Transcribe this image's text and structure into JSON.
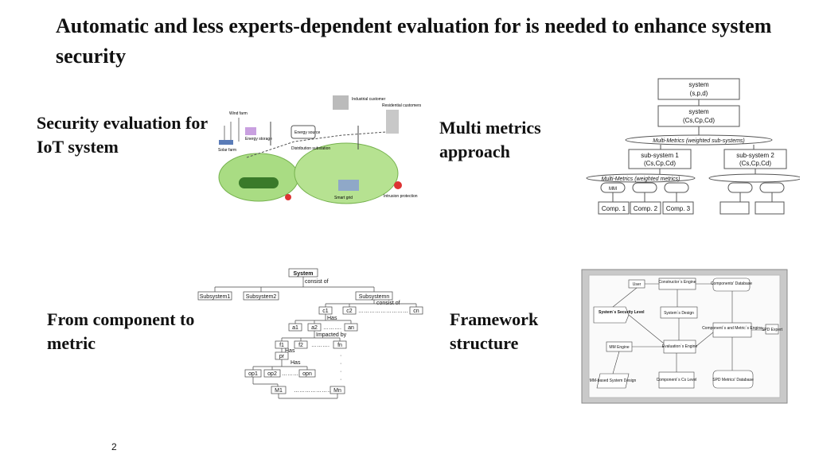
{
  "title": "Automatic and less experts-dependent evaluation for is needed to enhance system security",
  "captions": {
    "iot": "Security evaluation for IoT system",
    "metrics": "Multi metrics approach",
    "component": "From component to metric",
    "framework": "Framework structure"
  },
  "page_number": "2",
  "iot_figure": {
    "labels": [
      "Wind farm",
      "Energy storage",
      "Solar farm",
      "Industrial customer",
      "Residential customers",
      "Energy source",
      "Distribution substation",
      "Smart grid",
      "Intrusion protection"
    ]
  },
  "metrics_diagram": {
    "root": [
      "system",
      "(s,p,d)"
    ],
    "system": [
      "system",
      "(Cs,Cp,Cd)"
    ],
    "mm_sub": "Multi-Metrics (weighted sub-systems)",
    "sub1": [
      "sub-system 1",
      "(Cs,Cp,Cd)"
    ],
    "sub2": [
      "sub-system 2",
      "(Cs,Cp,Cd)"
    ],
    "mm_metric": "Multi-Metrics (weighted metrics)",
    "mm_small": "MM",
    "comps": [
      "Comp. 1",
      "Comp. 2",
      "Comp. 3"
    ]
  },
  "tree_diagram": {
    "system": "System",
    "consist_of": "consist of",
    "subsystems": [
      "Subsystem1",
      "Subsystem2",
      "Subsystemn"
    ],
    "components": [
      "c1",
      "c2",
      "cn"
    ],
    "has": "Has",
    "attributes": [
      "a1",
      "a2",
      "an"
    ],
    "impacted_by": "Impacted by",
    "factors": [
      "f1",
      "f2",
      "fn"
    ],
    "pr": "pr",
    "operations": [
      "op1",
      "op2",
      "opn"
    ],
    "metrics": [
      "M1",
      "Mn"
    ],
    "dots": "……….",
    "dots_long": "………………………",
    "vdots": "·"
  },
  "framework_diagram": {
    "user": "User",
    "constructor": "Constructor`s Engine",
    "comp_db": "Components' Database",
    "sys_level": "System`s Security Level",
    "sys_design": "System`s Design",
    "comp_engine": "Component`s and Metric`s Engine",
    "spd_expert": "SPD Expert",
    "mm_engine": "MM Engine",
    "eval_engine": "Evaluation`s Engine",
    "mm_design": "MM-based System Design",
    "comp_level": "Component`s Cs Level",
    "spd_db": "SPD Metrics' Database"
  }
}
